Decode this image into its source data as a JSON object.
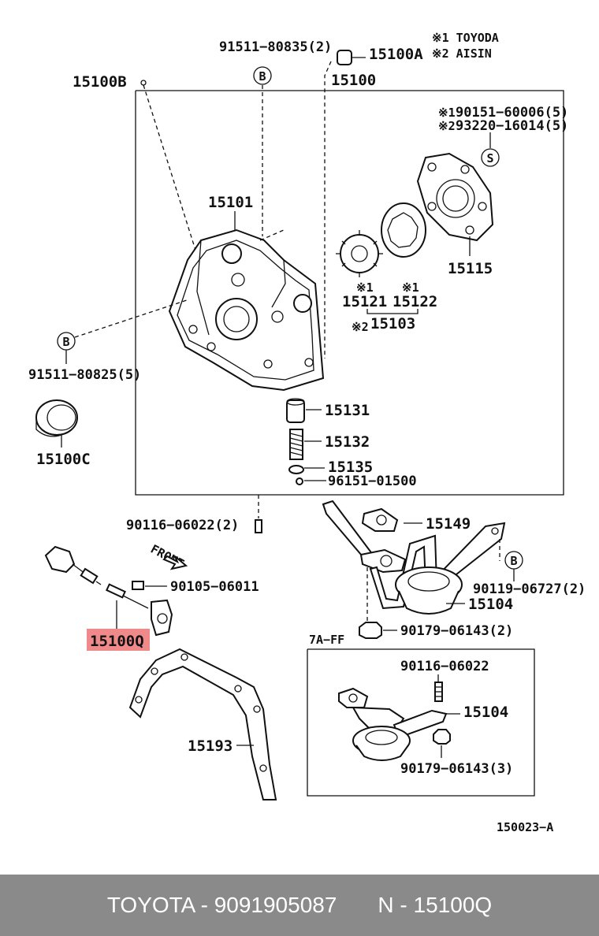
{
  "legend": {
    "note1": "※1 TOYODA",
    "note2": "※2 AISIN"
  },
  "labels": {
    "p15100A": "15100A",
    "p91511_80835": "91511−80835(2)",
    "p15100": "15100",
    "p15100B": "15100B",
    "p90151": "90151−60006(5)",
    "p93220": "93220−16014(5)",
    "p15101": "15101",
    "p15115": "15115",
    "p15121": "15121",
    "p15122": "15122",
    "p15103": "15103",
    "note_15121": "※1",
    "note_15122": "※1",
    "note_15103": "※2",
    "note_90151": "※1",
    "note_93220": "※2",
    "p91511_80825": "91511−80825(5)",
    "p15100C": "15100C",
    "p15131": "15131",
    "p15132": "15132",
    "p15135": "15135",
    "p96151": "96151−01500",
    "p90116_2": "90116−06022(2)",
    "p15149": "15149",
    "p90119": "90119−06727(2)",
    "p90105": "90105−06011",
    "p15104_a": "15104",
    "p90179_2": "90179−06143(2)",
    "p15100Q": "15100Q",
    "p7AFF": "7A−FF",
    "p90116": "90116−06022",
    "p15104_b": "15104",
    "p90179_3": "90179−06143(3)",
    "p15193": "15193",
    "diagram_id": "150023−A",
    "front": "FRONT",
    "callout_B": "B",
    "callout_S": "S"
  },
  "highlight_color": "#f08a8a",
  "footer": {
    "brand_part": "TOYOTA - 9091905087",
    "ref": "N - 15100Q"
  }
}
